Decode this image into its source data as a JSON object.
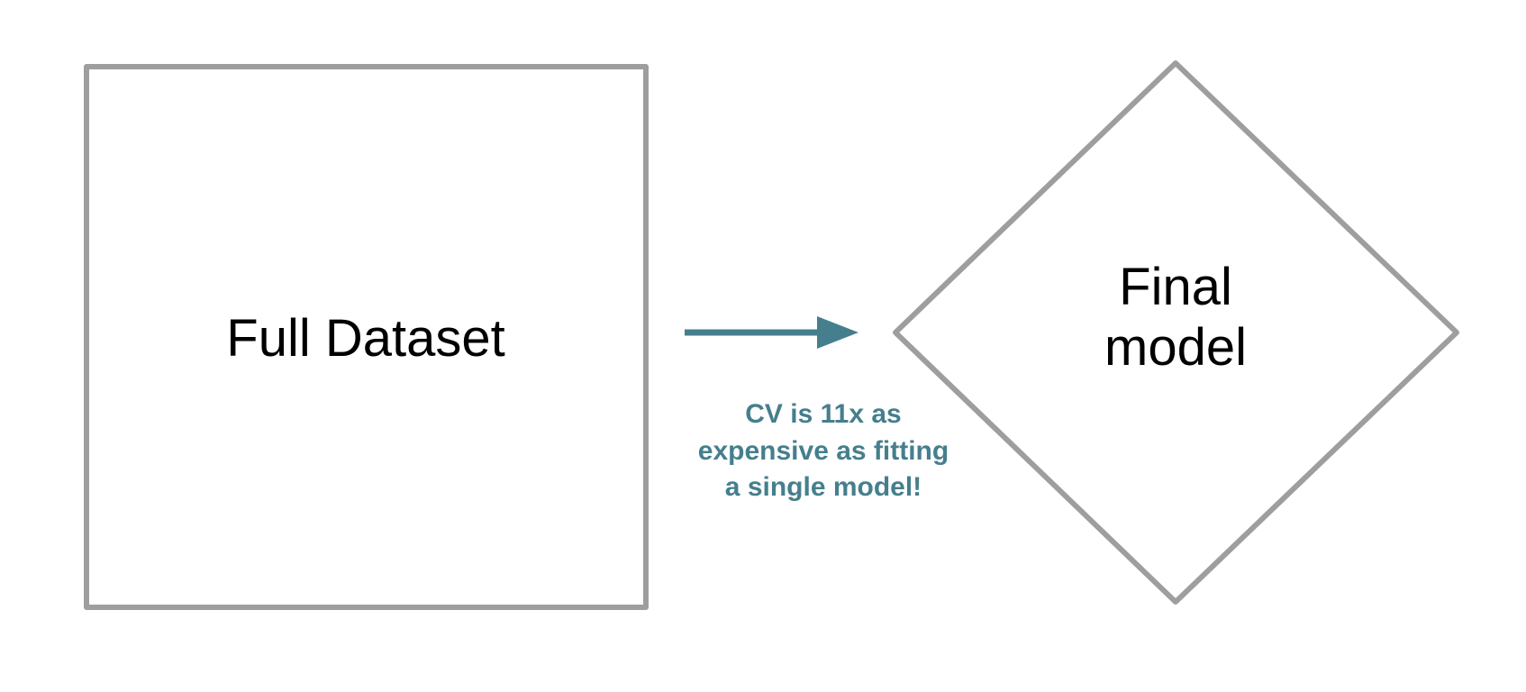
{
  "diagram": {
    "nodes": {
      "source": {
        "label": "Full Dataset",
        "shape": "rectangle"
      },
      "target": {
        "label_lines": [
          "Final",
          "model"
        ],
        "shape": "diamond"
      }
    },
    "edge": {
      "from": "source",
      "to": "target",
      "annotation_lines": [
        "CV is 11x as",
        "expensive as fitting",
        "a single model!"
      ]
    },
    "colors": {
      "background": "#ffffff",
      "shape_stroke": "#9e9e9e",
      "arrow": "#457f8d",
      "annotation_text": "#457f8d",
      "label_text": "#000000"
    }
  }
}
